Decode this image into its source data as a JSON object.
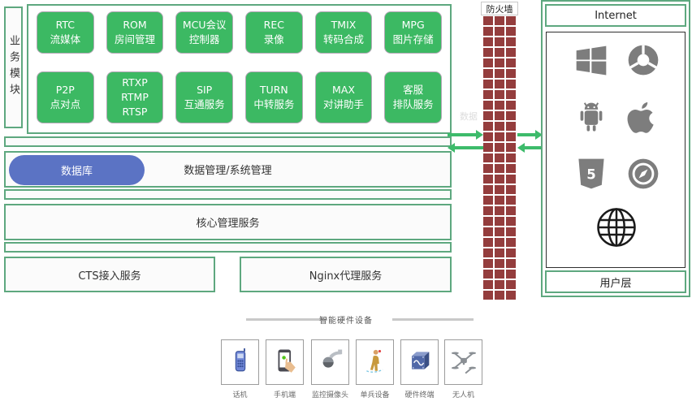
{
  "business": {
    "side_label": "业务模块",
    "modules": [
      {
        "text": "RTC\n流媒体"
      },
      {
        "text": "ROM\n房间管理"
      },
      {
        "text": "MCU会议\n控制器"
      },
      {
        "text": "REC\n录像"
      },
      {
        "text": "TMIX\n转码合成"
      },
      {
        "text": "MPG\n图片存储"
      },
      {
        "text": "P2P\n点对点"
      },
      {
        "text": "RTXP\nRTMP\nRTSP"
      },
      {
        "text": "SIP\n互通服务"
      },
      {
        "text": "TURN\n中转服务"
      },
      {
        "text": "MAX\n对讲助手"
      },
      {
        "text": "客服\n排队服务"
      }
    ]
  },
  "layers": {
    "database_label": "数据库",
    "data_system_label": "数据管理/系统管理",
    "core_label": "核心管理服务",
    "cts_label": "CTS接入服务",
    "nginx_label": "Nginx代理服务"
  },
  "firewall": {
    "title": "防火墙",
    "faint_label": "数据"
  },
  "internet": {
    "header": "Internet",
    "footer": "用户层",
    "icons": [
      "windows",
      "chrome",
      "android",
      "apple",
      "html5",
      "compass-browser",
      "globe"
    ]
  },
  "devices": {
    "title": "智能硬件设备",
    "items": [
      {
        "icon": "cellphone",
        "label": "话机"
      },
      {
        "icon": "smartphone-touch",
        "label": "手机端"
      },
      {
        "icon": "ptz-camera",
        "label": "监控摄像头"
      },
      {
        "icon": "field-person",
        "label": "单兵设备"
      },
      {
        "icon": "codec-box",
        "label": "硬件终端"
      },
      {
        "icon": "drone",
        "label": "无人机"
      }
    ]
  },
  "colors": {
    "module_green": "#3cb963",
    "border_green": "#5ea87f",
    "db_blue": "#5b73c4",
    "brick_red": "#943d3d",
    "arrow_green": "#3dbb6b",
    "icon_gray": "#7d7d7d"
  }
}
